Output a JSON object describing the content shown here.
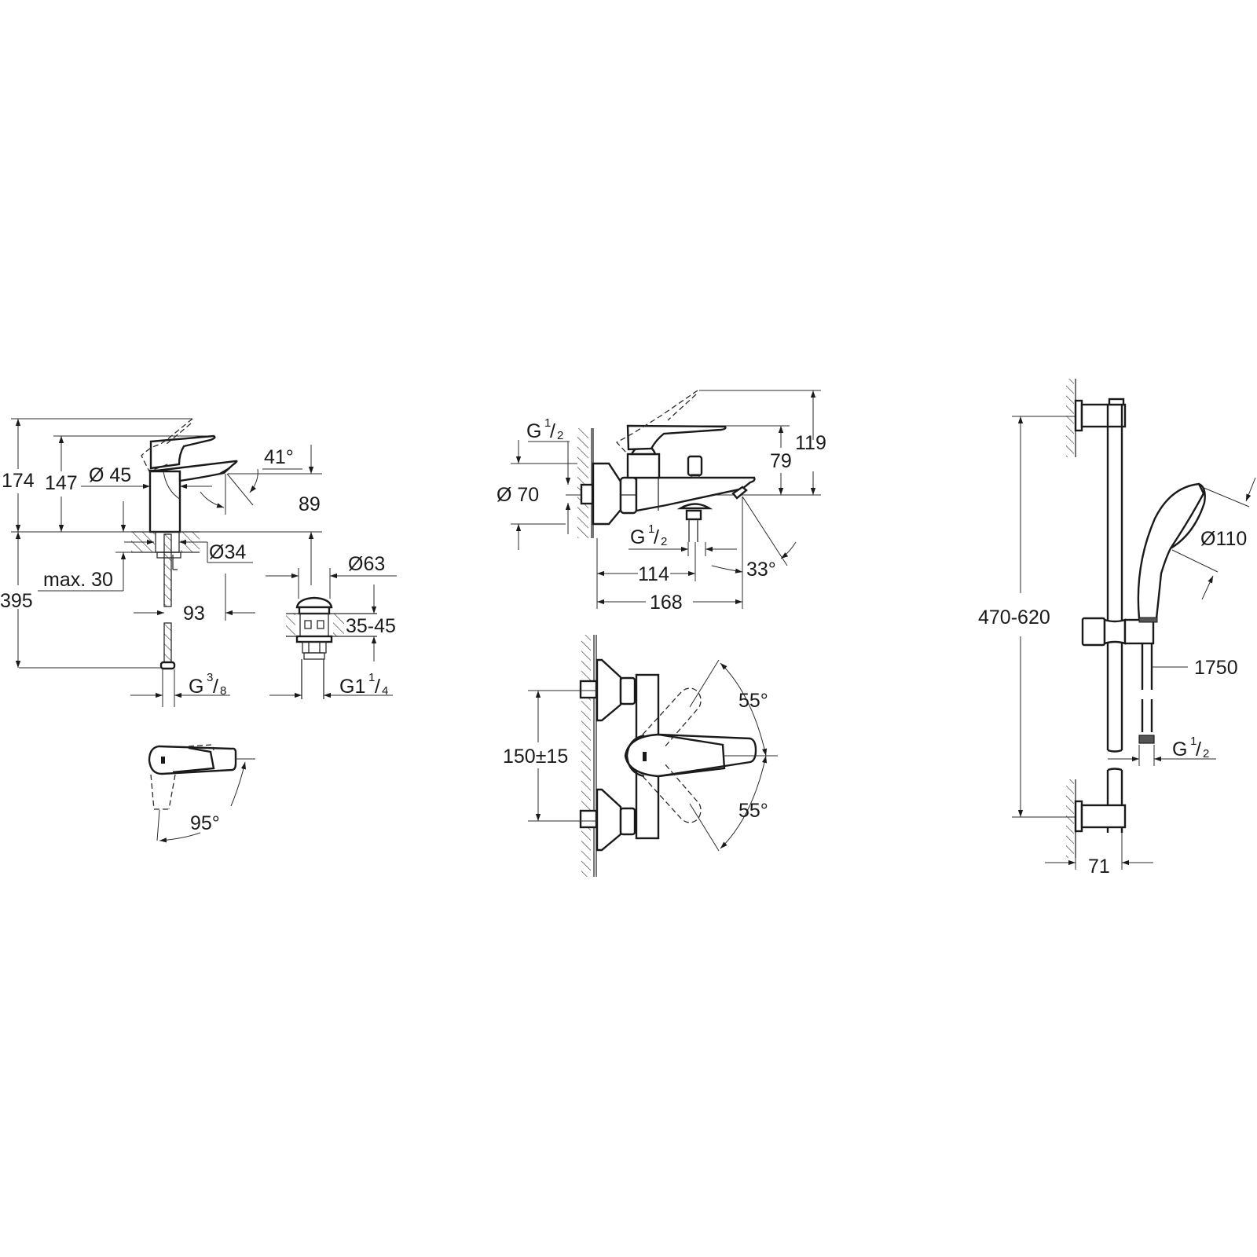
{
  "drawing": {
    "type": "technical dimension drawing",
    "units": "mm",
    "line_color": "#1a1a1a",
    "background": "#ffffff"
  },
  "basin_mixer": {
    "dims": {
      "total_height": "174",
      "lever_height": "147",
      "body_diameter": "Ø 45",
      "lever_angle": "41°",
      "spout_height": "89",
      "hole_diameter": "Ø34",
      "max_deck_thickness": "max. 30",
      "hose_length": "395",
      "projection": "93",
      "connection": {
        "main": "G",
        "num": "3",
        "den": "8"
      }
    },
    "top_view": {
      "rotation": "95°"
    }
  },
  "waste": {
    "dims": {
      "diameter": "Ø63",
      "deck_thickness": "35-45",
      "connection": {
        "main": "G1",
        "num": "1",
        "den": "4"
      }
    }
  },
  "bath_mixer": {
    "dims": {
      "inlet": {
        "main": "G",
        "num": "1",
        "den": "2"
      },
      "escutcheon_diameter": "Ø 70",
      "total_height": "119",
      "lever_height": "79",
      "outlet": {
        "main": "G",
        "num": "1",
        "den": "2"
      },
      "spout_angle": "33°",
      "outlet_projection": "114",
      "total_projection": "168",
      "centres": "150±15",
      "lever_up": "55°",
      "lever_down": "55°"
    }
  },
  "shower_rail": {
    "dims": {
      "rail_centres": "470-620",
      "head_diameter": "Ø110",
      "hose_length": "1750",
      "connection": {
        "main": "G",
        "num": "1",
        "den": "2"
      },
      "wall_projection": "71"
    }
  }
}
